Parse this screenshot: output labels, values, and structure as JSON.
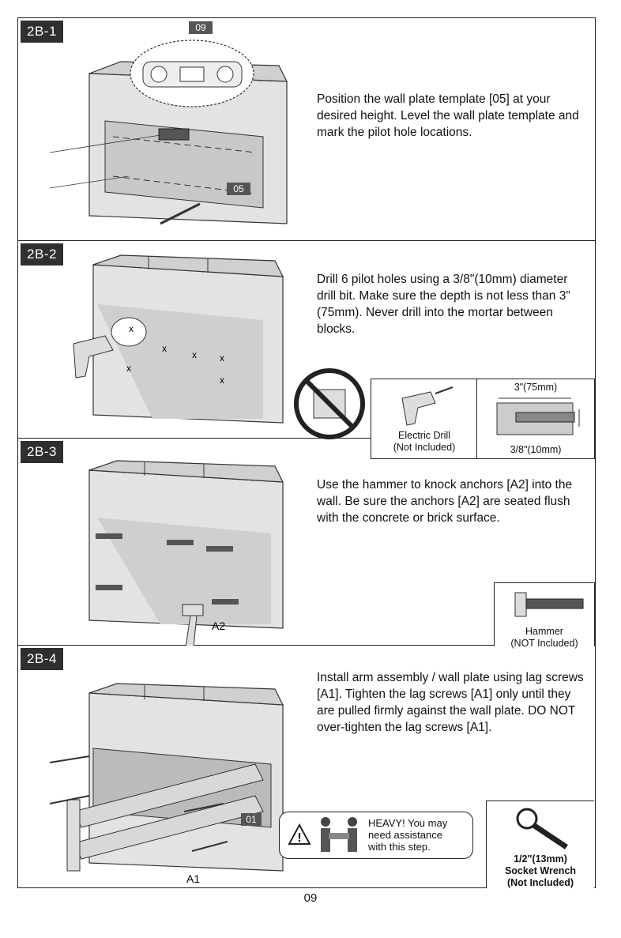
{
  "steps": [
    {
      "label": "2B-1",
      "text": "Position the wall plate template [05] at your desired height. Level the wall plate template and mark the pilot hole locations.",
      "tags": [
        "09",
        "05"
      ]
    },
    {
      "label": "2B-2",
      "text": "Drill 6 pilot holes using a 3/8\"(10mm) diameter drill bit. Make sure the depth is not less than 3\"(75mm). Never drill into the mortar between blocks.",
      "tool_line1": "Electric Drill",
      "tool_line2": "(Not Included)",
      "depth_label": "3\"(75mm)",
      "diameter_label": "3/8\"(10mm)",
      "marks": [
        "x",
        "x",
        "x",
        "x",
        "x",
        "x"
      ]
    },
    {
      "label": "2B-3",
      "text": "Use the hammer to knock anchors [A2] into the wall. Be sure the anchors [A2] are seated flush with the concrete or brick surface.",
      "callout": "A2",
      "tool_line1": "Hammer",
      "tool_line2": "(NOT Included)"
    },
    {
      "label": "2B-4",
      "text": "Install arm assembly / wall plate using lag screws [A1]. Tighten the lag screws [A1] only until they are pulled firmly against the wall plate. DO NOT over-tighten the lag screws [A1].",
      "callout": "A1",
      "tag": "01",
      "warning_line1": "HEAVY! You may",
      "warning_line2": "need assistance",
      "warning_line3": "with this step.",
      "tool_line1": "1/2\"(13mm)",
      "tool_line2": "Socket Wrench",
      "tool_line3": "(Not Included)"
    }
  ],
  "page_number": "09"
}
